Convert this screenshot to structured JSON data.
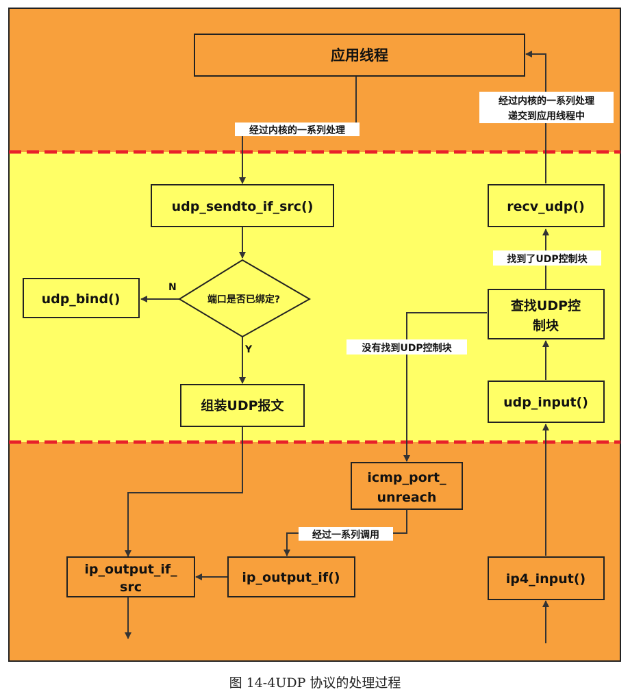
{
  "colors": {
    "kernel_bg": "#F8A03C",
    "udp_bg": "#FFFF66",
    "box_fill": "#F8A03C",
    "box_fill_udp": "#FFFF66",
    "divider": "#E8202A",
    "line": "#333333"
  },
  "boxes": {
    "app_thread": "应用线程",
    "udp_sendto": "udp_sendto_if_src()",
    "recv_udp": "recv_udp()",
    "udp_bind": "udp_bind()",
    "decision": "端口是否已绑定?",
    "find_pcb_line1": "查找UDP控",
    "find_pcb_line2": "制块",
    "assemble": "组装UDP报文",
    "udp_input": "udp_input()",
    "icmp_line1": "icmp_port_",
    "icmp_line2": "unreach",
    "ip_output_src_line1": "ip_output_if_",
    "ip_output_src_line2": "src",
    "ip_output_if": "ip_output_if()",
    "ip4_input": "ip4_input()"
  },
  "labels": {
    "kernel_process_down": "经过内核的一系列处理",
    "kernel_process_up_line1": "经过内核的一系列处理",
    "kernel_process_up_line2": "递交到应用线程中",
    "found_pcb": "找到了UDP控制块",
    "not_found_pcb": "没有找到UDP控制块",
    "branch_no": "N",
    "branch_yes": "Y",
    "call_chain": "经过一系列调用"
  },
  "caption": "图 14-4UDP 协议的处理过程"
}
